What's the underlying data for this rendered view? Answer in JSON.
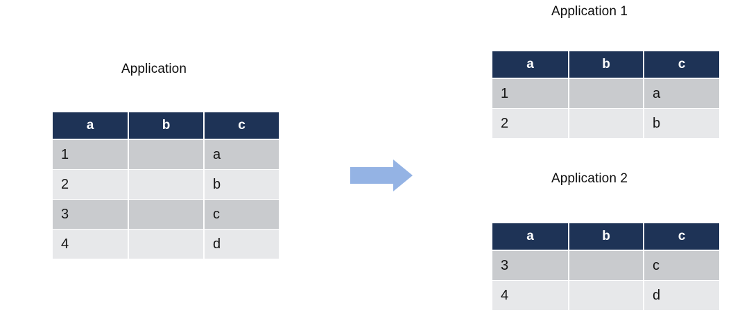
{
  "diagram": {
    "type": "table-split-flow",
    "background_color": "#ffffff",
    "accent_header_color": "#1e3356",
    "arrow_color": "#94b3e4",
    "row_band_dark": "#c9cbce",
    "row_band_light": "#e7e8ea"
  },
  "source_table": {
    "title": "Application",
    "columns": [
      "a",
      "b",
      "c"
    ],
    "rows": [
      {
        "a": "1",
        "b": "",
        "c": "a"
      },
      {
        "a": "2",
        "b": "",
        "c": "b"
      },
      {
        "a": "3",
        "b": "",
        "c": "c"
      },
      {
        "a": "4",
        "b": "",
        "c": "d"
      }
    ]
  },
  "arrow": {
    "icon": "right-arrow-icon",
    "direction": "right",
    "color": "#94b3e4"
  },
  "result_tables": [
    {
      "title": "Application 1",
      "columns": [
        "a",
        "b",
        "c"
      ],
      "rows": [
        {
          "a": "1",
          "b": "",
          "c": "a"
        },
        {
          "a": "2",
          "b": "",
          "c": "b"
        }
      ]
    },
    {
      "title": "Application 2",
      "columns": [
        "a",
        "b",
        "c"
      ],
      "rows": [
        {
          "a": "3",
          "b": "",
          "c": "c"
        },
        {
          "a": "4",
          "b": "",
          "c": "d"
        }
      ]
    }
  ]
}
